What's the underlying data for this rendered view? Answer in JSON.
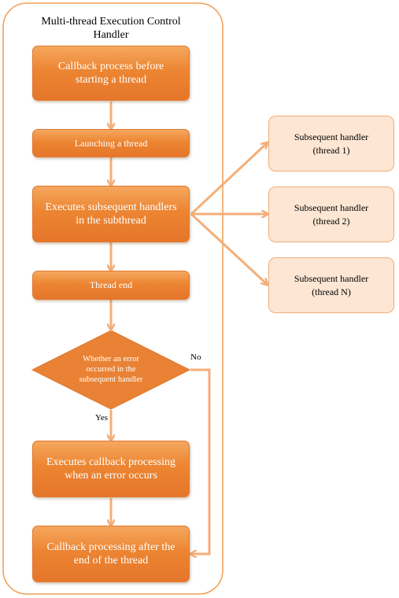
{
  "container": {
    "title": "Multi-thread Execution Control Handler"
  },
  "steps": {
    "callback_before": "Callback process before starting a thread",
    "launching": "Launching a thread",
    "executes_subsequent": "Executes subsequent handlers in the subthread",
    "thread_end": "Thread end",
    "decision": "Whether an error occurred in the subsequent handler",
    "executes_callback_error": "Executes callback processing when an error occurs",
    "callback_after": "Callback processing after the end of the thread"
  },
  "subsequent_handlers": [
    {
      "name": "Subsequent handler",
      "thread": "(thread 1)"
    },
    {
      "name": "Subsequent handler",
      "thread": "(thread 2)"
    },
    {
      "name": "Subsequent handler",
      "thread": "(thread N)"
    }
  ],
  "edge_labels": {
    "yes": "Yes",
    "no": "No"
  },
  "colors": {
    "step_fill": "#ec8532",
    "step_border": "#e2792e",
    "arrow": "#f4ae78",
    "container_border": "#f2a15a",
    "sub_fill": "#fde6d3",
    "sub_border": "#f2ad76"
  }
}
